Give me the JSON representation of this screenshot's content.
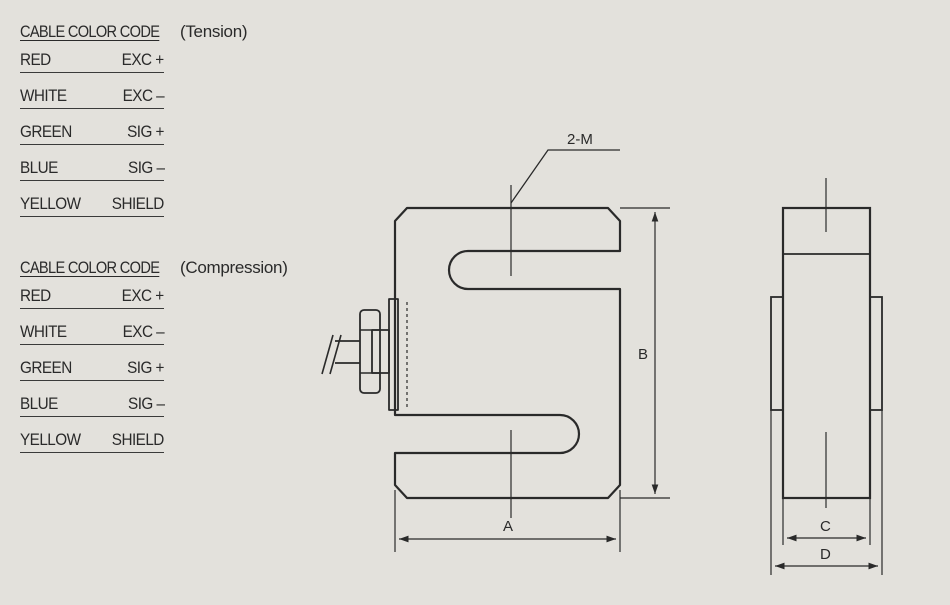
{
  "tension": {
    "header": "CABLE COLOR CODE",
    "mode": "(Tension)",
    "rows": [
      {
        "color": "RED",
        "fn": "EXC +"
      },
      {
        "color": "WHITE",
        "fn": "EXC –"
      },
      {
        "color": "GREEN",
        "fn": "SIG +"
      },
      {
        "color": "BLUE",
        "fn": "SIG –"
      },
      {
        "color": "YELLOW",
        "fn": "SHIELD"
      }
    ]
  },
  "compression": {
    "header": "CABLE COLOR CODE",
    "mode": "(Compression)",
    "rows": [
      {
        "color": "RED",
        "fn": "EXC +"
      },
      {
        "color": "WHITE",
        "fn": "EXC –"
      },
      {
        "color": "GREEN",
        "fn": "SIG +"
      },
      {
        "color": "BLUE",
        "fn": "SIG –"
      },
      {
        "color": "YELLOW",
        "fn": "SHIELD"
      }
    ]
  },
  "drawing": {
    "thread_label": "2-M",
    "dim_a": "A",
    "dim_b": "B",
    "dim_c": "C",
    "dim_d": "D"
  }
}
